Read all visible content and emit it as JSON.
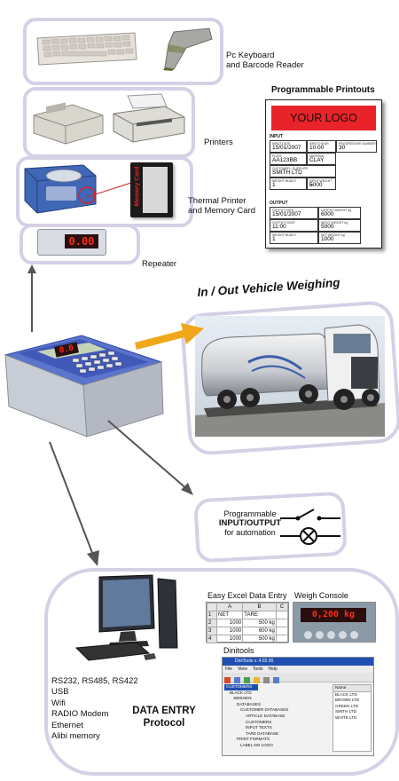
{
  "labels": {
    "keyboard": "Pc Keyboard\nand Barcode Reader",
    "printers": "Printers",
    "thermal": "Thermal Printer\nand Memory Card",
    "repeater": "Repeater",
    "vehicle": "In / Out Vehicle Weighing",
    "programmable_printouts": "Programmable Printouts",
    "io_line1": "Programmable",
    "io_line2": "INPUT/OUTPUT",
    "io_line3": "for automation",
    "memory_card": "Memory Card",
    "repeater_display": "0.00",
    "indicator_display": "0.0"
  },
  "ticket": {
    "logo": "YOUR LOGO",
    "sections": {
      "input": "INPUT",
      "output": "OUTPUT"
    },
    "input_rows": [
      [
        {
          "h": "INPUT DATE",
          "v": "15/01/2007"
        },
        {
          "h": "INPUT HOUR",
          "v": "10:00"
        },
        {
          "h": "PROGRESSIVE NUMBER",
          "v": "30"
        }
      ],
      [
        {
          "h": "PLATE",
          "v": "AA123BB"
        },
        {
          "h": "MATERIAL",
          "v": "CLAY"
        }
      ],
      [
        {
          "h": "CUSTOMER / SUPPLIER",
          "v": "SMITH LTD"
        }
      ],
      [
        {
          "h": "WEIGHT BUDDY",
          "v": "1"
        },
        {
          "h": "INPUT WEIGHT kg",
          "v": "5000"
        }
      ]
    ],
    "output_rows": [
      [
        {
          "h": "OUTPUT DATE",
          "v": "15/01/2007"
        },
        {
          "h": "OUTPUT WEIGHT kg",
          "v": "6000"
        }
      ],
      [
        {
          "h": "OUTPUT HOUR",
          "v": "11:00"
        },
        {
          "h": "INPUT WEIGHT kg",
          "v": "5000"
        }
      ],
      [
        {
          "h": "WEIGHT BUDDY",
          "v": "1"
        },
        {
          "h": "NET WEIGHT kg",
          "v": "1000"
        }
      ]
    ]
  },
  "bottom": {
    "easy_excel": "Easy Excel Data Entry",
    "weigh_console": "Weigh Console",
    "weigh_value": "0,200 kg",
    "dinitools": "Dinitools",
    "excel_cols": [
      "",
      "A",
      "B",
      "C"
    ],
    "excel_rows": [
      [
        "1",
        "NET",
        "TARE",
        ""
      ],
      [
        "2",
        "1000",
        "500 kg",
        ""
      ],
      [
        "3",
        "1000",
        "600 kg",
        ""
      ],
      [
        "4",
        "1000",
        "500 kg",
        ""
      ]
    ],
    "protocols": [
      "RS232, RS485, RS422",
      "USB",
      "Wifi",
      "RADIO Modem",
      "Ethernet",
      "Alibi memory"
    ],
    "data_entry_1": "DATA ENTRY",
    "data_entry_2": "Protocol"
  },
  "dinitools_app": {
    "title": "DiniTools v. 4.02.00",
    "menu": [
      "File",
      "View",
      "Tools",
      "Help"
    ],
    "tree": [
      "CUSTOMERS",
      "BLACK LTD",
      "3800400X",
      "DATABASES",
      "CUSTOMER DATABASES",
      "ARTICLE DATABASE",
      "CUSTOMERS",
      "INPUT TEXTS",
      "TARE DATABASE",
      "PRINT FORMATS",
      "LABEL NO LOGO"
    ],
    "list_header": "Name",
    "list": [
      "BLACK LTD",
      "BROWN LTD",
      "GREEN LTD",
      "SMITH LTD",
      "WHITE LTD"
    ]
  },
  "colors": {
    "frame": "#d6d0e6",
    "logo_red": "#e8242a",
    "arrow_orange": "#f0a81a",
    "lcd_red": "#ff2a1a",
    "indicator_blue": "#2c44a8"
  }
}
